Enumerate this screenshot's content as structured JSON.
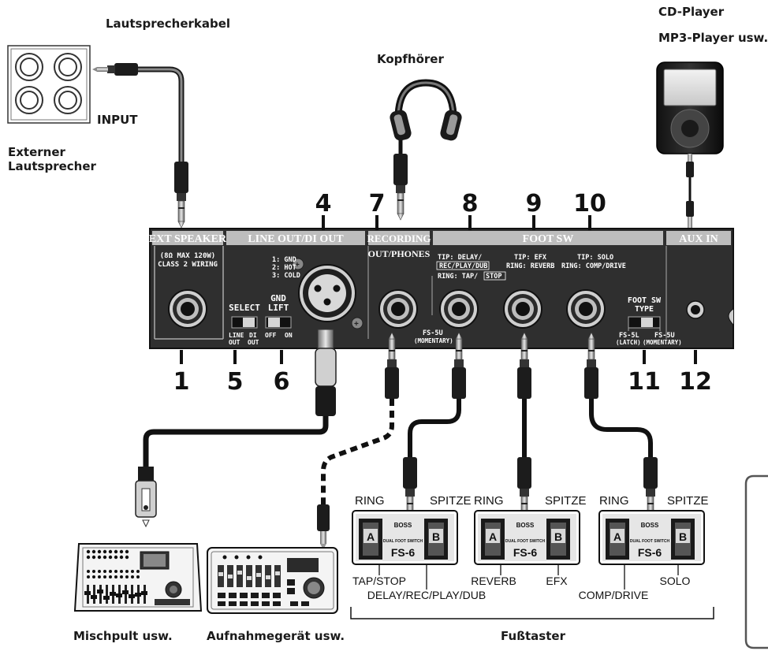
{
  "labels": {
    "speaker_cable": "Lautsprecherkabel",
    "input": "INPUT",
    "ext_speaker_1": "Externer",
    "ext_speaker_2": "Lautsprecher",
    "headphones": "Kopfhörer",
    "cd_player": "CD-Player",
    "mp3_player": "MP3-Player usw.",
    "mixer": "Mischpult usw.",
    "recorder": "Aufnahmegerät usw.",
    "footswitch": "Fußtaster"
  },
  "numbers": {
    "n1": "1",
    "n4": "4",
    "n5": "5",
    "n6": "6",
    "n7": "7",
    "n8": "8",
    "n9": "9",
    "n10": "10",
    "n11": "11",
    "n12": "12"
  },
  "panel": {
    "ext_speaker": "EXT SPEAKER",
    "ext_spec_1": "(8Ω MAX 120W)",
    "ext_spec_2": "CLASS 2 WIRING",
    "line_out": "LINE OUT/DI OUT",
    "pin_1": "1: GND",
    "pin_2": "2: HOT",
    "pin_3": "3: COLD",
    "select": "SELECT",
    "select_line": "LINE",
    "select_out1": "OUT",
    "select_di": "DI",
    "select_out2": "OUT",
    "gnd": "GND",
    "lift": "LIFT",
    "off": "OFF",
    "on": "ON",
    "recording": "RECORDING",
    "out_phones": "OUT/PHONES",
    "foot_sw": "FOOT SW",
    "tip_delay": "TIP: DELAY/",
    "rec_play_dub": "REC/PLAY/DUB",
    "ring_tap": "RING: TAP/",
    "stop": "STOP",
    "tip_efx": "TIP: EFX",
    "ring_reverb": "RING: REVERB",
    "tip_solo": "TIP: SOLO",
    "ring_comp": "RING: COMP/DRIVE",
    "fs5u": "FS-5U",
    "momentary": "(MOMENTARY)",
    "fs_type_1": "FOOT SW",
    "fs_type_2": "TYPE",
    "fs5l": "FS-5L",
    "latch": "(LATCH)",
    "fs5u_2": "FS-5U",
    "momentary_2": "(MOMENTARY)",
    "aux_in": "AUX IN"
  },
  "footswitches": [
    {
      "ring": "RING",
      "tip": "SPITZE",
      "brand": "BOSS",
      "model": "FS-6",
      "sub": "DUAL FOOT SWITCH",
      "a": "A",
      "b": "B",
      "fn_a": "TAP/STOP",
      "fn_b": "DELAY/REC/PLAY/DUB"
    },
    {
      "ring": "RING",
      "tip": "SPITZE",
      "brand": "BOSS",
      "model": "FS-6",
      "sub": "DUAL FOOT SWITCH",
      "a": "A",
      "b": "B",
      "fn_a": "REVERB",
      "fn_b": "EFX"
    },
    {
      "ring": "RING",
      "tip": "SPITZE",
      "brand": "BOSS",
      "model": "FS-6",
      "sub": "DUAL FOOT SWITCH",
      "a": "A",
      "b": "B",
      "fn_a": "COMP/DRIVE",
      "fn_b": "SOLO"
    }
  ]
}
